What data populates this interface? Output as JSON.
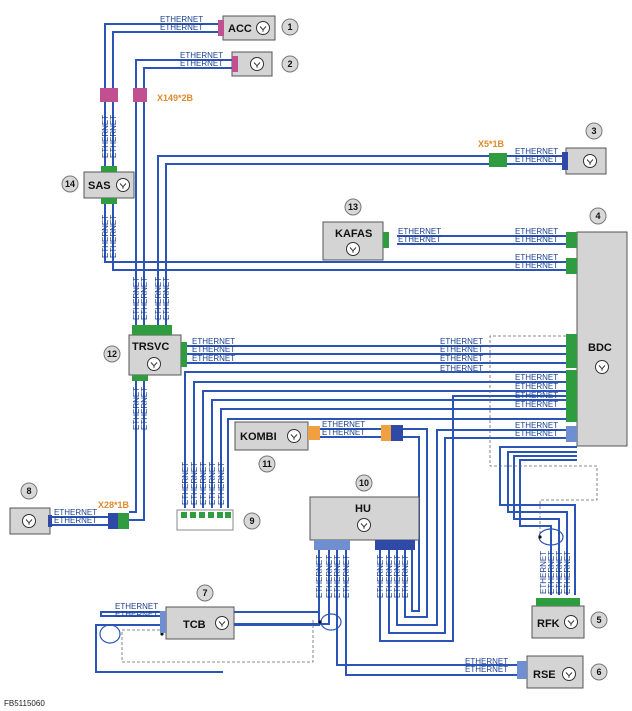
{
  "figure_id": "FB5115060",
  "line_label": "ETHERNET",
  "colors": {
    "wire": "#2b54b8",
    "module_fill": "#d4d4d4",
    "module_stroke": "#555555",
    "conn_green": "#2e9c3f",
    "conn_magenta": "#c0508f",
    "conn_blue": "#2e49a6",
    "conn_lightblue": "#6f8fd0",
    "conn_orange": "#f0a040",
    "connector_text": "#e08a2e"
  },
  "modules": {
    "acc": {
      "name": "ACC",
      "number": "1"
    },
    "m2": {
      "name": "",
      "number": "2"
    },
    "m3": {
      "name": "",
      "number": "3"
    },
    "bdc": {
      "name": "BDC",
      "number": "4"
    },
    "rfk": {
      "name": "RFK",
      "number": "5"
    },
    "rse": {
      "name": "RSE",
      "number": "6"
    },
    "tcb": {
      "name": "TCB",
      "number": "7"
    },
    "m8": {
      "name": "",
      "number": "8"
    },
    "m9": {
      "name": "",
      "number": "9"
    },
    "hu": {
      "name": "HU",
      "number": "10"
    },
    "kombi": {
      "name": "KOMBI",
      "number": "11"
    },
    "trsvc": {
      "name": "TRSVC",
      "number": "12"
    },
    "kafas": {
      "name": "KAFAS",
      "number": "13"
    },
    "sas": {
      "name": "SAS",
      "number": "14"
    }
  },
  "connectors": {
    "x149": "X149*2B",
    "x5": "X5*1B",
    "x28": "X28*1B"
  }
}
